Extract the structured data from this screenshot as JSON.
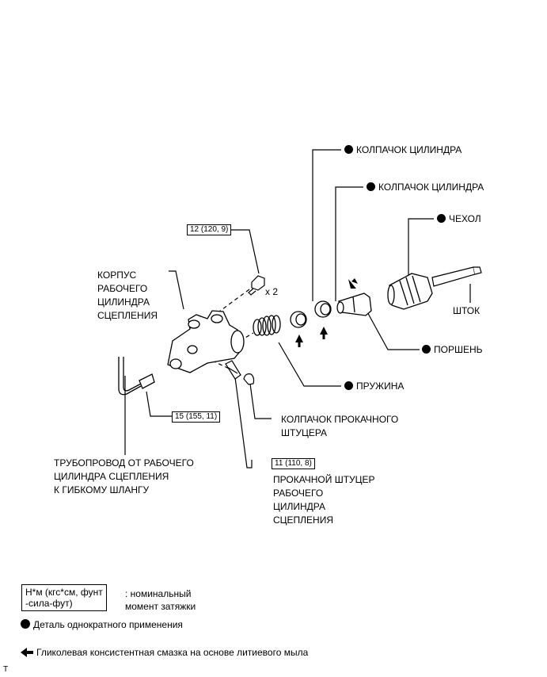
{
  "labels": {
    "cylinder_cap_1": "КОЛПАЧОК ЦИЛИНДРА",
    "cylinder_cap_2": "КОЛПАЧОК ЦИЛИНДРА",
    "boot": "ЧЕХОЛ",
    "rod": "ШТОК",
    "piston": "ПОРШЕНЬ",
    "spring": "ПРУЖИНА",
    "bleeder_cap": "КОЛПАЧОК ПРОКАЧНОГО\nШТУЦЕРА",
    "bleeder_plug": "ПРОКАЧНОЙ ШТУЦЕР\nРАБОЧЕГО\nЦИЛИНДРА\nСЦЕПЛЕНИЯ",
    "body": "КОРПУС\nРАБОЧЕГО\nЦИЛИНДРА\nСЦЕПЛЕНИЯ",
    "tube": "ТРУБОПРОВОД ОТ РАБОЧЕГО\nЦИЛИНДРА СЦЕПЛЕНИЯ\nК ГИБКОМУ ШЛАНГУ",
    "x2": "x 2"
  },
  "torque": {
    "bolt": "12 (120, 9)",
    "union": "15 (155, 11)",
    "bleeder": "11 (110, 8)"
  },
  "legend": {
    "unit_box": "Н*м (кгс*см, фунт\n-сила-фут)",
    "unit_desc": ": номинальный\nмомент затяжки",
    "non_reusable": "Деталь однократного применения",
    "grease": "Гликолевая консистентная смазка на основе литиевого мыла"
  },
  "corner_mark": "T"
}
